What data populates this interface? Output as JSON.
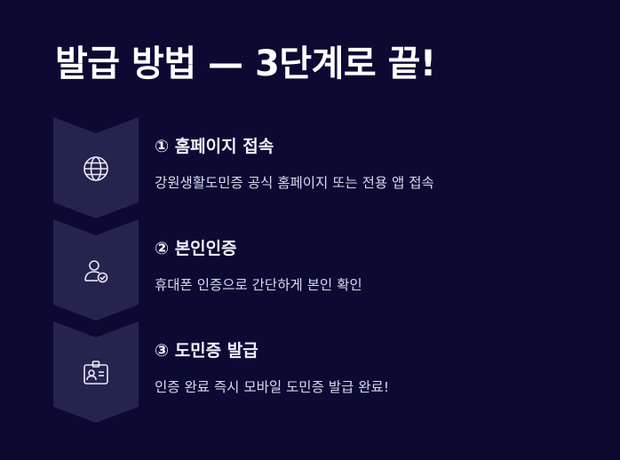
{
  "title": "발급 방법 — 3단계로 끝!",
  "colors": {
    "background": "#0c0a33",
    "chevron": "#25244e",
    "icon": "#e9e9f7"
  },
  "steps": [
    {
      "title": "① 홈페이지 접속",
      "desc": "강원생활도민증 공식 홈페이지 또는 전용 앱 접속",
      "icon": "globe-icon"
    },
    {
      "title": "② 본인인증",
      "desc": "휴대폰 인증으로 간단하게 본인 확인",
      "icon": "user-check-icon"
    },
    {
      "title": "③ 도민증 발급",
      "desc": "인증 완료 즉시 모바일 도민증 발급 완료!",
      "icon": "id-card-icon"
    }
  ]
}
